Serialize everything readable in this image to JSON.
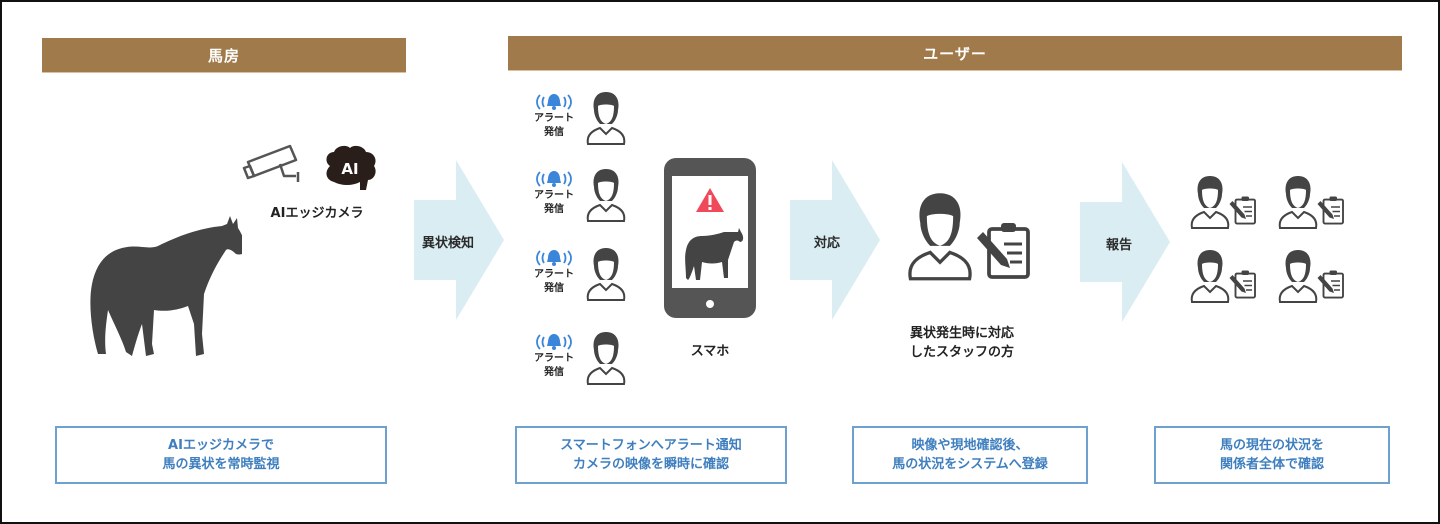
{
  "headers": {
    "stable": "馬房",
    "user": "ユーザー"
  },
  "stable_section": {
    "camera_label": "AIエッジカメラ",
    "ai_badge": "AI",
    "icons": [
      "horse-silhouette-icon",
      "security-camera-icon",
      "ai-brain-icon"
    ]
  },
  "arrows": [
    {
      "label": "異状検知"
    },
    {
      "label": "対応"
    },
    {
      "label": "報告"
    }
  ],
  "alerts": {
    "line1": "アラート",
    "line2": "発信",
    "count": 4
  },
  "phone": {
    "label": "スマホ",
    "screen_icons": [
      "warning-icon",
      "horse-silhouette-icon"
    ]
  },
  "responder": {
    "label_line1": "異状発生時に対応",
    "label_line2": "したスタッフの方"
  },
  "stakeholders": {
    "count": 4
  },
  "captions": [
    {
      "line1": "AIエッジカメラで",
      "line2": "馬の異状を常時監視"
    },
    {
      "line1": "スマートフォンへアラート通知",
      "line2": "カメラの映像を瞬時に確認"
    },
    {
      "line1": "映像や現地確認後、",
      "line2": "馬の状況をシステムへ登録"
    },
    {
      "line1": "馬の現在の状況を",
      "line2": "関係者全体で確認"
    }
  ],
  "colors": {
    "header_bg": "#a07a4a",
    "arrow_fill": "#d9edf3",
    "caption_border": "#6ea0d0",
    "caption_text": "#3f7fbf",
    "alert_blue": "#3b86d8",
    "warning_red": "#f04a5a",
    "icon_gray": "#444444"
  }
}
